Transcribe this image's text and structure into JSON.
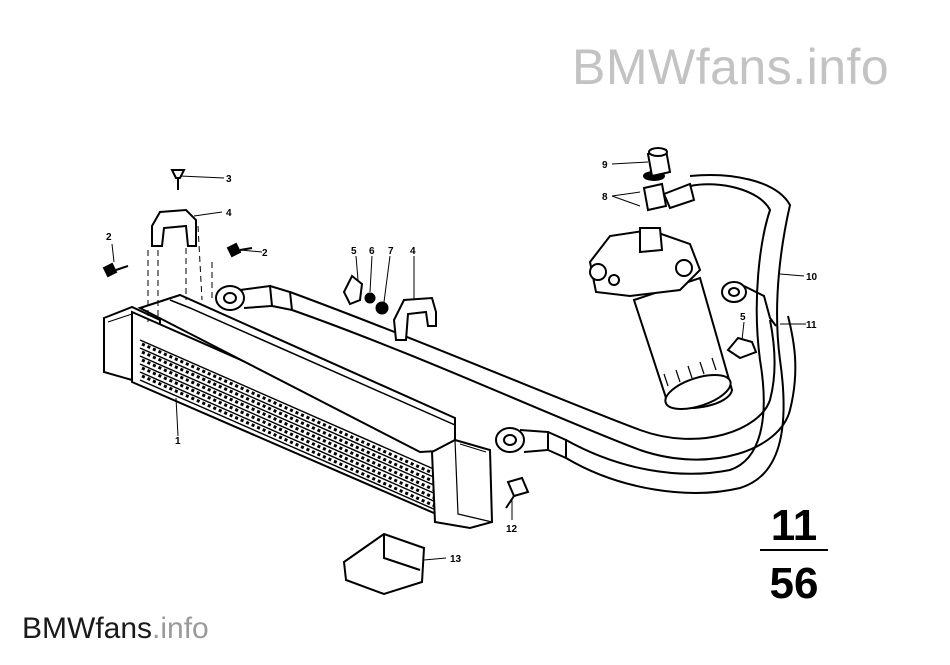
{
  "watermark": {
    "top_brand": "BMWfans",
    "top_suffix": ".info",
    "bottom_brand": "BMWfans",
    "bottom_suffix": ".info"
  },
  "figure": {
    "group_number": "11",
    "figure_number": "56"
  },
  "callouts": [
    "1",
    "2",
    "2",
    "3",
    "4",
    "4",
    "5",
    "5",
    "6",
    "7",
    "8",
    "9",
    "10",
    "11",
    "12",
    "13"
  ]
}
